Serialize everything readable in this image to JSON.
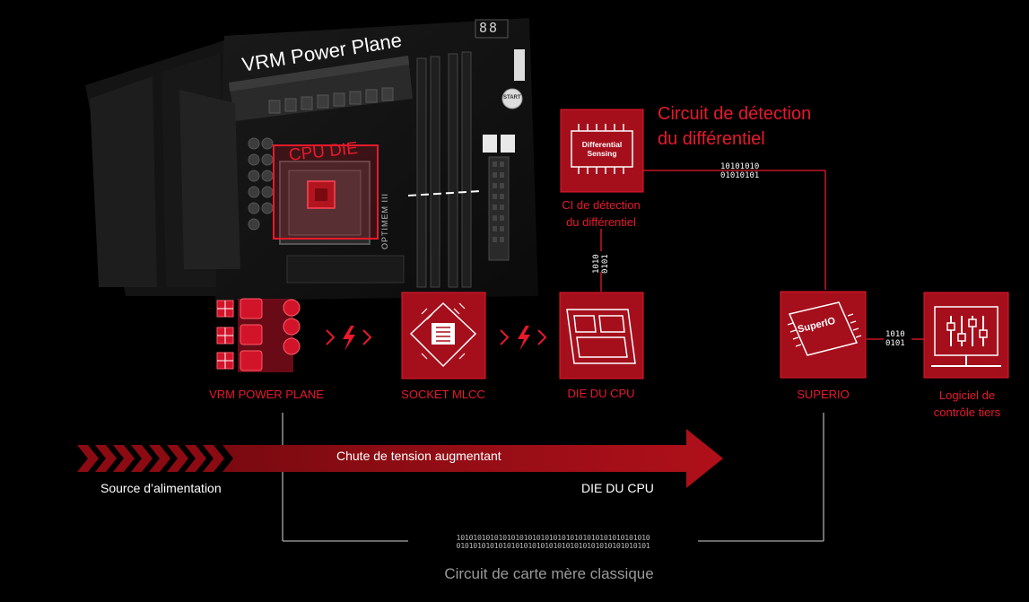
{
  "board": {
    "vrm_title": "VRM Power Plane",
    "cpu_die_tag": "CPU DIE",
    "brand_text": "OPTIMEM III",
    "start_button": "START",
    "debug_display": "88"
  },
  "chip_callout": {
    "title_line1": "Circuit de détection",
    "title_line2": "du différentiel",
    "chip_text_line1": "Differential",
    "chip_text_line2": "Sensing",
    "label_line1": "CI de détection",
    "label_line2": "du différentiel"
  },
  "nodes": {
    "vrm": "VRM POWER PLANE",
    "socket": "SOCKET MLCC",
    "cpu_die": "DIE DU CPU",
    "superio": "SUPERIO",
    "superio_chip_text": "SuperIO",
    "software_line1": "Logiciel de",
    "software_line2": "contrôle tiers"
  },
  "binary": {
    "chip_to_superio_line1": "10101010",
    "chip_to_superio_line2": "01010101",
    "vertical_line1": "1010",
    "vertical_line2": "0101",
    "superio_to_software_line1": "1010",
    "superio_to_software_line2": "0101",
    "bottom_line1": "1010101010101010101010101010101010101010101010",
    "bottom_line2": "0101010101010101010101010101010101010101010101"
  },
  "arrow": {
    "label": "Chute de tension augmentant",
    "start": "Source d’alimentation",
    "end": "DIE DU CPU"
  },
  "footer": {
    "caption": "Circuit de carte mère classique"
  },
  "colors": {
    "accent_red": "#e8192c",
    "box_red": "#a50f1c",
    "arrow_red": "#a30d16",
    "background": "#000000"
  }
}
